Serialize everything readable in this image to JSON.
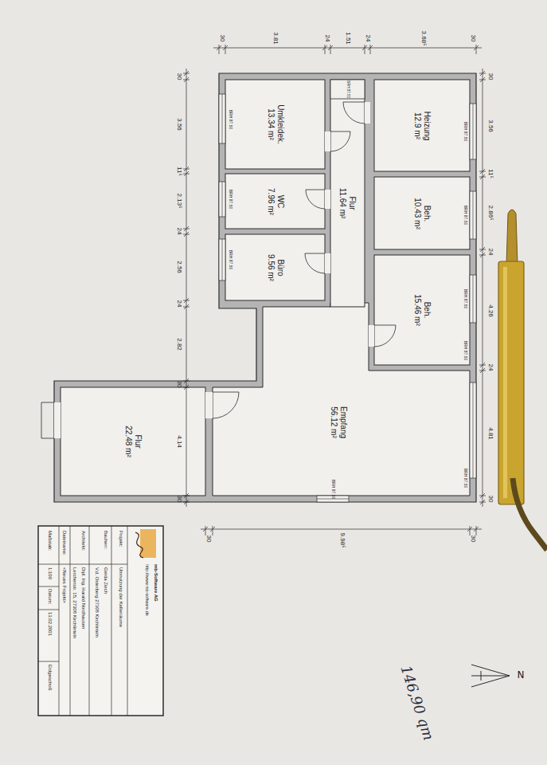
{
  "diagram": {
    "nodes": [
      {
        "text": [
          "Umkleidek.",
          "13.34 m²"
        ]
      },
      {
        "text": [
          "WC",
          "7.96 m²"
        ]
      },
      {
        "text": [
          "Büro",
          "9.56 m²"
        ]
      },
      {
        "text": [
          "Flur",
          "11.64 m²"
        ]
      },
      {
        "text": [
          "Heizung",
          "12.9 m²"
        ]
      },
      {
        "text": [
          "Beh.",
          "10.43 m²"
        ]
      },
      {
        "text": [
          "Beh.",
          "15.46 m²"
        ]
      },
      {
        "text": [
          "Empfang",
          "56.12 m²"
        ]
      },
      {
        "text": [
          "Flur",
          "22.48 m²"
        ]
      }
    ],
    "labels": [
      "30",
      "3.81",
      "24",
      "1.51",
      "24",
      "3.68⁵",
      "30",
      "30",
      "3.56",
      "11⁵",
      "2.13⁵",
      "24",
      "2.56",
      "24",
      "2.82",
      "30",
      "4.14",
      "30",
      "30",
      "3.56",
      "11⁵",
      "2.86⁵",
      "24",
      "4.26",
      "24",
      "4.81",
      "30",
      "30",
      "9.98⁵",
      "30",
      "BRH 87.50",
      "BRH 87.50",
      "BRH 87.50",
      "BRH 87.50",
      "BRH 87.50",
      "BRH 87.50",
      "BRH 87.50",
      "BRH 87.50",
      "BRH 87.50",
      "BRH 87.50",
      "mb-Software AG",
      "http://www.mb-software.de",
      "Projekt:",
      "Umnutzung der Kellerräume",
      "Bauherr:",
      "Gerda Ziech",
      "V.d. Osterberg 27308 Kirchlinteln",
      "Architekt:",
      "Dipl. Ing. Harald Nordhausen",
      "Lerchenstr. 15, 27308 Kirchlinteln",
      "Dateiname:",
      "<Neues Projekt>",
      "Maßstab:",
      "1:100",
      "Datum:",
      "13.02.2001",
      "Erdgeschoß",
      "N",
      "146,90 qm"
    ]
  }
}
